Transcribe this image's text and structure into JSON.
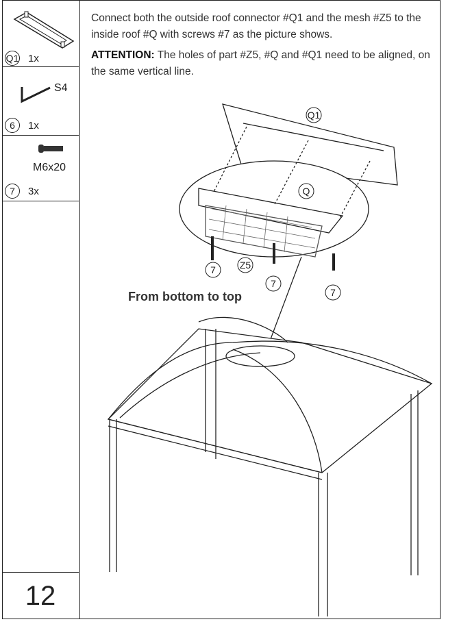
{
  "parts": [
    {
      "id": "Q1",
      "qty": "1x",
      "label": "",
      "icon": "roof-connector-icon"
    },
    {
      "id": "6",
      "qty": "1x",
      "label": "S4",
      "icon": "allen-key-icon"
    },
    {
      "id": "7",
      "qty": "3x",
      "label": "M6x20",
      "icon": "screw-icon"
    }
  ],
  "page_number": "12",
  "instructions": {
    "line1": "Connect both the outside roof connector #Q1 and the mesh #Z5 to the inside roof #Q with screws #7 as the picture shows.",
    "attention_label": "ATTENTION:",
    "attention_text": " The holes of part #Z5, #Q and #Q1 need to be aligned, on the same vertical line."
  },
  "illustration": {
    "callouts": [
      "Q1",
      "Q",
      "Z5",
      "7",
      "7",
      "7"
    ],
    "note": "From bottom to top"
  }
}
